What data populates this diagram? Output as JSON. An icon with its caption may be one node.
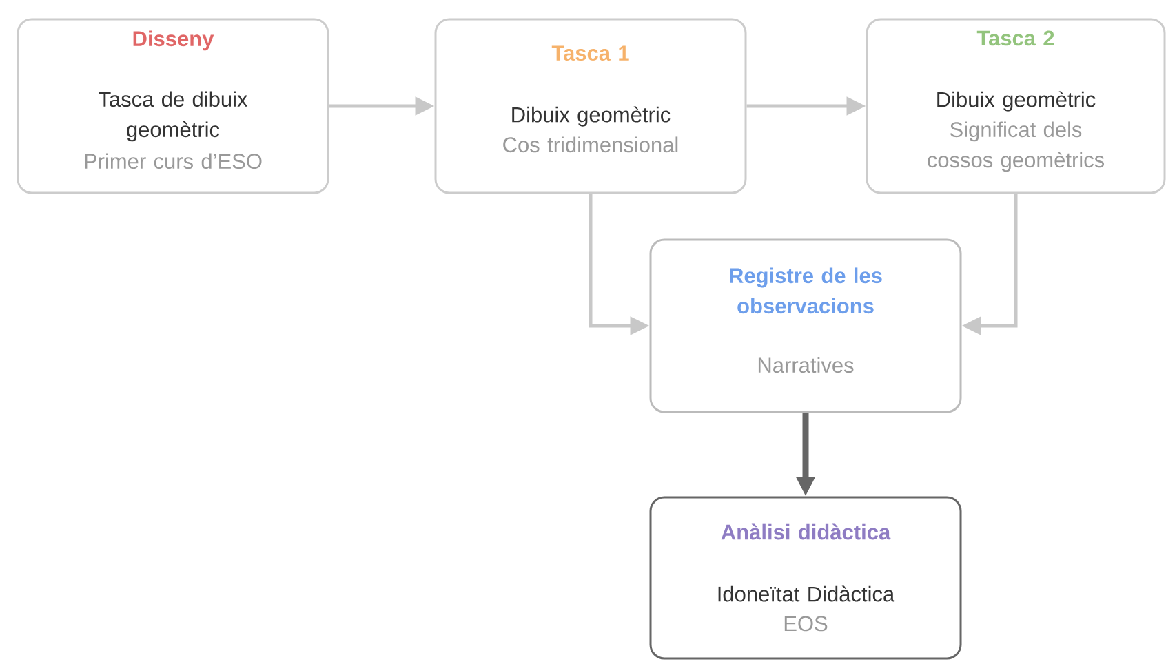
{
  "diagram": {
    "nodes": [
      {
        "text": [
          "Disseny",
          "Tasca de dibuix geomètric",
          "Primer curs d’ESO"
        ]
      },
      {
        "text": [
          "Tasca 1",
          "Dibuix geomètric",
          "Cos tridimensional"
        ]
      },
      {
        "text": [
          "Tasca 2",
          "Dibuix geomètric",
          "Significat dels cossos geomètrics"
        ]
      },
      {
        "text": [
          "Registre de les observacions",
          "Narratives"
        ]
      },
      {
        "text": [
          "Anàlisi didàctica",
          "Idoneïtat Didàctica",
          "EOS"
        ]
      }
    ],
    "edges": [
      {
        "from": 0,
        "to": 1,
        "arrow": "to"
      },
      {
        "from": 1,
        "to": 2,
        "arrow": "to"
      },
      {
        "from": 1,
        "to": 3,
        "arrow": "to"
      },
      {
        "from": 2,
        "to": 3,
        "arrow": "to"
      },
      {
        "from": 3,
        "to": 4,
        "arrow": "to",
        "style": "thick",
        "color": "#666666"
      }
    ]
  }
}
